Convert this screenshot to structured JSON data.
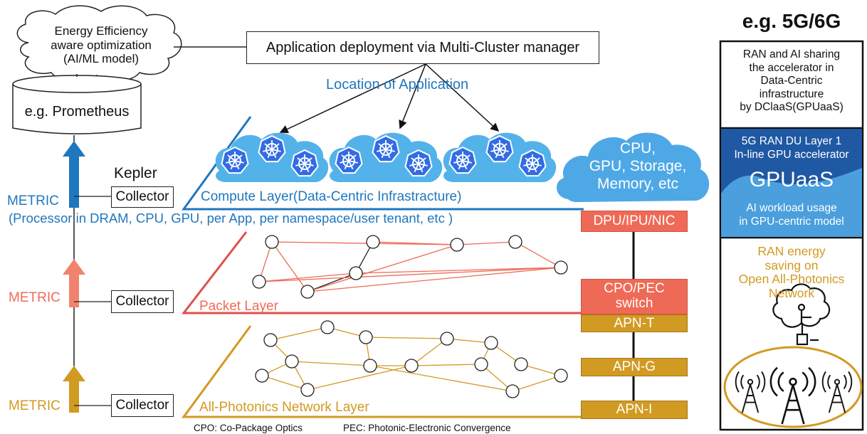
{
  "top": {
    "cloud_text": "Energy Efficiency\naware optimization\n(AI/ML model)",
    "database_label": "e.g. Prometheus",
    "deploy_label": "Application deployment via Multi-Cluster manager",
    "location_label": "Location of Application"
  },
  "resources": {
    "text": "CPU,\nGPU, Storage,\nMemory, etc"
  },
  "layers": {
    "compute": "Compute Layer(Data-Centric Infrastracture)",
    "packet": "Packet Layer",
    "photonic": "All-Photonics Network Layer"
  },
  "metrics": {
    "kepler": "Kepler",
    "collector": "Collector",
    "metric": "METRIC",
    "metric_detail": "(Processor in DRAM, CPU, GPU, per App, per namespace/user tenant, etc )"
  },
  "devices": {
    "dpu": "DPU/IPU/NIC",
    "cpo": "CPO/PEC\nswitch",
    "apn_t": "APN-T",
    "apn_g": "APN-G",
    "apn_i": "APN-I"
  },
  "footnote": {
    "cpo": "CPO: Co-Package Optics",
    "pec": "PEC: Photonic-Electronic Convergence"
  },
  "right_panel": {
    "title": "e.g. 5G/6G",
    "sharing": "RAN and AI sharing\nthe accelerator in\nData-Centric\ninfrastructure\nby DClaaS(GPUaaS)",
    "du_layer": "5G RAN DU Layer 1\nIn-line GPU accelerator",
    "gpuaas": "GPUaaS",
    "ai_usage": "AI workload usage\nin GPU-centric model",
    "ran_energy": "RAN energy\nsaving on\nOpen All-Photonics\nNetwork"
  },
  "colors": {
    "blue": "#1f77bd",
    "orange": "#ef6a56",
    "gold": "#d19a22",
    "dark_blue": "#1a4c8c",
    "cloud_blue": "#4fa8e6"
  }
}
